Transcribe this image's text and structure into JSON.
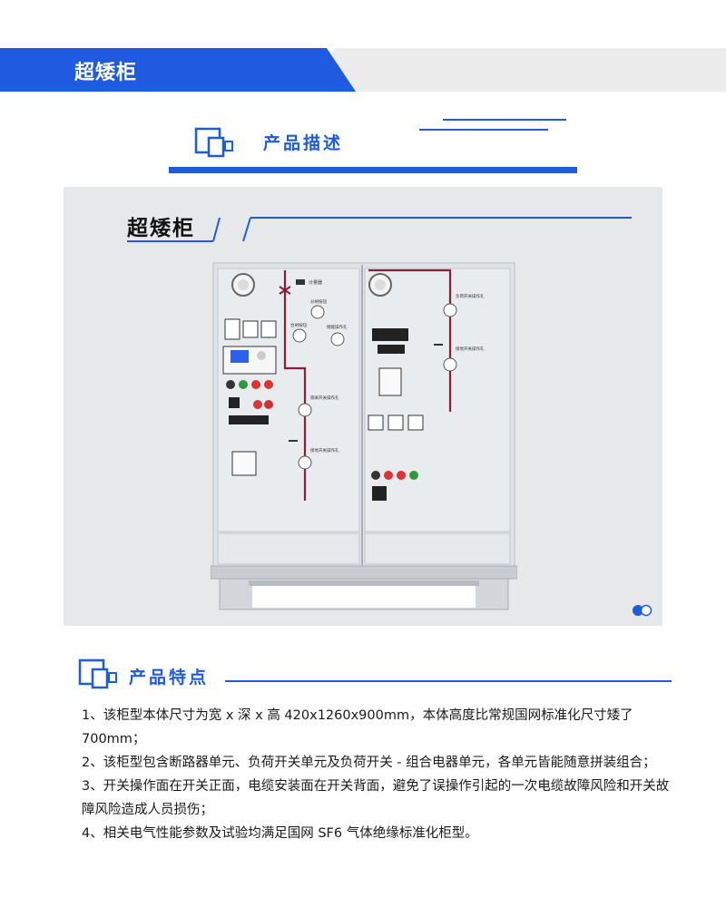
{
  "banner": {
    "title": "超矮柜"
  },
  "description": {
    "title": "产品描述"
  },
  "panel": {
    "title": "超矮柜"
  },
  "cabinet": {
    "left": {
      "top_label": "计量器",
      "labels": [
        "分闸按钮",
        "合闸按钮",
        "储能操作孔",
        "隔离开关操作孔",
        "接地开关操作孔"
      ]
    },
    "right": {
      "labels": [
        "负荷开关操作孔",
        "接地开关操作孔"
      ]
    }
  },
  "features": {
    "title": "产品特点",
    "items": [
      "1、该柜型本体尺寸为宽 x 深 x 高 420x1260x900mm，本体高度比常规国网标准化尺寸矮了 700mm；",
      "2、该柜型包含断路器单元、负荷开关单元及负荷开关 - 组合电器单元，各单元皆能随意拼装组合；",
      "3、开关操作面在开关正面，电缆安装面在开关背面，避免了误操作引起的一次电缆故障风险和开关故障风险造成人员损伤；",
      "4、相关电气性能参数及试验均满足国网 SF6 气体绝缘标准化柜型。"
    ]
  },
  "colors": {
    "accent": "#1f5be0",
    "bus": "#8a1f3a",
    "panel_bg": "#e7e8ea"
  }
}
